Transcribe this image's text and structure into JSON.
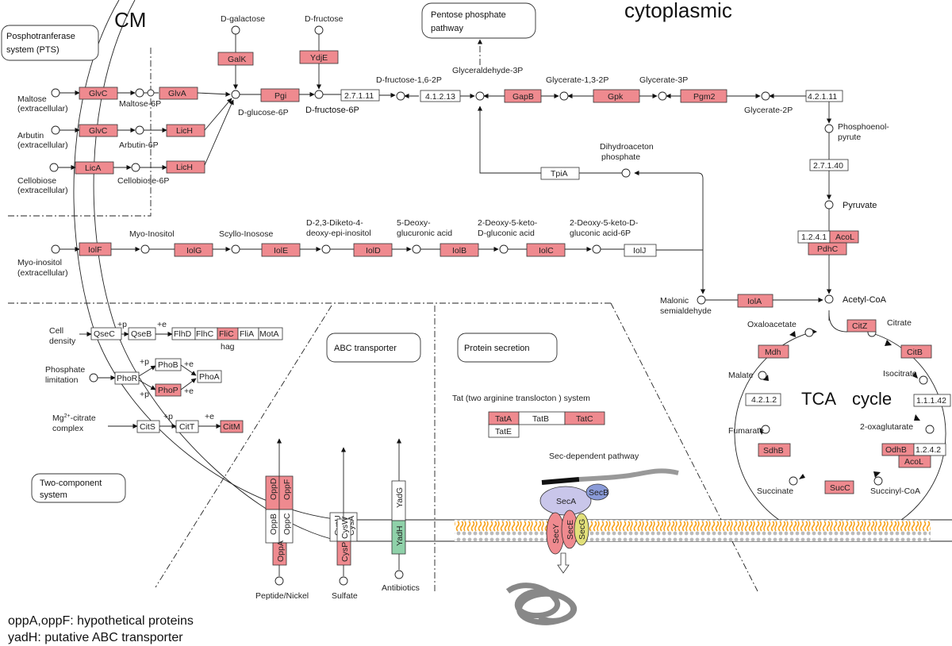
{
  "titles": {
    "cm": "CM",
    "cytoplasmic": "cytoplasmic",
    "pts": [
      "Posphotranferase",
      "system (PTS)"
    ],
    "ppp": [
      "Pentose phosphate",
      "pathway"
    ],
    "abc": "ABC transporter",
    "protsec": "Protein secretion",
    "twocomp": [
      "Two-component",
      "system"
    ],
    "tca": "TCA",
    "cycle": "cycle",
    "tat_system": "Tat (two arginine translocton ) system",
    "sec_pathway": "Sec-dependent pathway"
  },
  "metabolites": {
    "maltose_ext": [
      "Maltose",
      "(extracellular)"
    ],
    "maltose6p": "Maltose-6P",
    "arbutin_ext": [
      "Arbutin",
      "(extracellular)"
    ],
    "arbutin6p": "Arbutin-6P",
    "cellobiose_ext": [
      "Cellobiose",
      "(extracellular)"
    ],
    "cellobiose6p": "Cellobiose-6P",
    "dgalactose": "D-galactose",
    "dfructose": "D-fructose",
    "dglucose6p": "D-glucose-6P",
    "dfructose6p": "D-fructose-6P",
    "dfructose16": "D-fructose-1,6-2P",
    "g3p": "Glyceraldehyde-3P",
    "glycerate13": "Glycerate-1,3-2P",
    "glycerate3p": "Glycerate-3P",
    "glycerate2p": "Glycerate-2P",
    "pep": [
      "Phosphoenol-",
      "pyrute"
    ],
    "dhap": [
      "Dihydroaceton",
      "phosphate"
    ],
    "pyruvate": "Pyruvate",
    "acetylcoa": "Acetyl-CoA",
    "malonic": [
      "Malonic",
      "semialdehyde"
    ],
    "myoinositol_ext": [
      "Myo-inositol",
      "(extracellular)"
    ],
    "myoinositol": "Myo-Inositol",
    "scyllo": "Scyllo-Inosose",
    "diketo": [
      "D-2,3-Diketo-4-",
      "deoxy-epi-inositol"
    ],
    "deoxygluc": [
      "5-Deoxy-",
      "glucuronic acid"
    ],
    "dkg": [
      "2-Deoxy-5-keto-",
      "D-gluconic acid"
    ],
    "dkg6p": [
      "2-Deoxy-5-keto-D-",
      "gluconic acid-6P"
    ],
    "oxaloacetate": "Oxaloacetate",
    "citrate": "Citrate",
    "isocitrate": "Isocitrate",
    "oxoglutarate": "2-oxaglutarate",
    "succinylcoa": "Succinyl-CoA",
    "succinate": "Succinate",
    "fumarate": "Fumarate",
    "malate": "Malate",
    "cell_density": [
      "Cell",
      "density"
    ],
    "phosphate_lim": [
      "Phosphate",
      "limitation"
    ],
    "mg_citrate": [
      "Mg",
      "2+",
      "-citrate",
      "complex"
    ],
    "peptide": "Peptide/Nickel",
    "sulfate": "Sulfate",
    "antibiotics": "Antibiotics"
  },
  "enzymes": {
    "glvc1": "GlvC",
    "glva": "GlvA",
    "glvc2": "GlvC",
    "lich1": "LicH",
    "lica": "LicA",
    "lich2": "LicH",
    "galk": "GalK",
    "ydje": "YdjE",
    "pgi": "Pgi",
    "ec27111": "2.7.1.11",
    "ec41213": "4.1.2.13",
    "gapb": "GapB",
    "gpk": "Gpk",
    "pgm2": "Pgm2",
    "ec42111": "4.2.1.11",
    "ec27140": "2.7.1.40",
    "tpia": "TpiA",
    "ec1241a": "1.2.4.1",
    "acol1": "AcoL",
    "pdhc": "PdhC",
    "iola": "IolA",
    "iolf": "IolF",
    "iolg": "IolG",
    "iole": "IolE",
    "iold": "IolD",
    "iolb": "IolB",
    "iolc": "IolC",
    "iolj": "IolJ",
    "citz": "CitZ",
    "mdh": "Mdh",
    "citb": "CitB",
    "ec4212": "4.2.1.2",
    "ec11142": "1.1.1.42",
    "sdhb": "SdhB",
    "succ": "SucC",
    "odhb": "OdhB",
    "ec1242": "1.2.4.2",
    "acol2": "AcoL",
    "qsec": "QseC",
    "qseb": "QseB",
    "flhd": "FlhD",
    "flhc": "FlhC",
    "flic": "FliC",
    "flia": "FliA",
    "mota": "MotA",
    "hag": "hag",
    "phor": "PhoR",
    "phob": "PhoB",
    "phop": "PhoP",
    "phoa": "PhoA",
    "cits": "CitS",
    "citt": "CitT",
    "citm": "CitM",
    "tata": "TatA",
    "tatb": "TatB",
    "tatc": "TatC",
    "tate": "TatE",
    "oppd": "OppD",
    "oppf": "OppF",
    "oppb": "OppB",
    "oppc": "OppC",
    "oppa": "OppA",
    "cysu": "CysU",
    "cysa": "CysA",
    "cysw": "CysW",
    "cysp": "CysP",
    "yadh": "YadH",
    "yadg": "YadG",
    "seca": "SecA",
    "secb": "SecB",
    "secy": "SecY",
    "sece": "SecE",
    "secg": "SecG"
  },
  "signals": {
    "p": "+p",
    "e": "+e"
  },
  "footnotes": [
    "oppA,oppF: hypothetical proteins",
    "yadH: putative ABC transporter"
  ],
  "colors": {
    "pink": "#ef8a8f",
    "green": "#8fd1a9",
    "membrane": "#f7a11a",
    "secA": "#c9c6ea",
    "secB": "#8a9bd8",
    "secG": "#e2e07a"
  }
}
